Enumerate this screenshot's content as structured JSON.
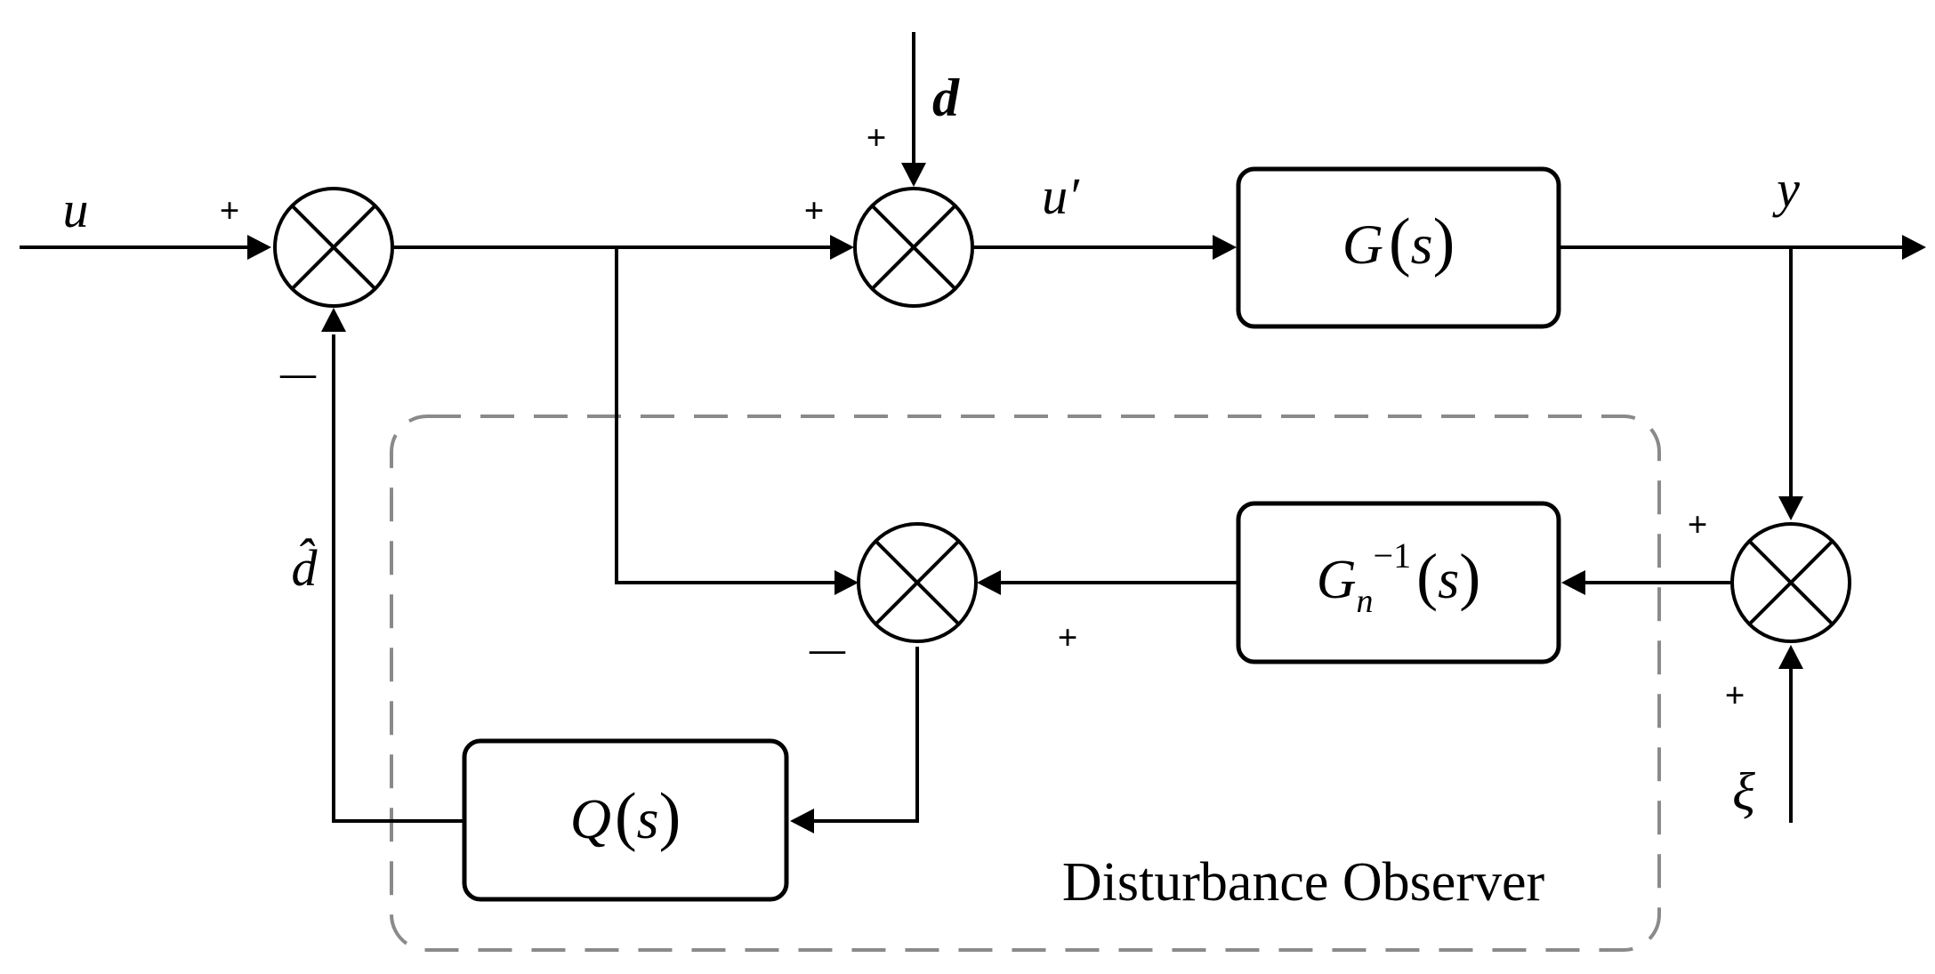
{
  "signals": {
    "u": "u",
    "d": "d",
    "u_prime": "u′",
    "y": "y",
    "d_hat": "d̂",
    "xi": "ξ"
  },
  "blocks": {
    "G": {
      "name": "G",
      "arg": "s"
    },
    "Gn_inv": {
      "name": "G",
      "sub": "n",
      "sup": "−1",
      "arg": "s"
    },
    "Q": {
      "name": "Q",
      "arg": "s"
    }
  },
  "signs": {
    "plus": "+",
    "minus": "—"
  },
  "observer_label": "Disturbance Observer"
}
